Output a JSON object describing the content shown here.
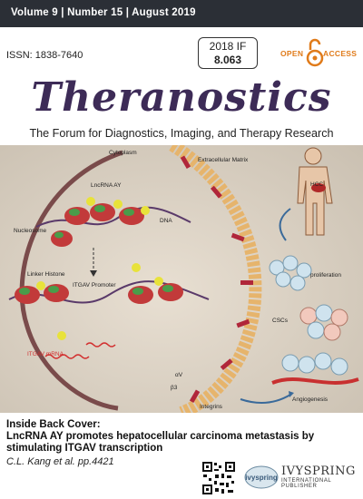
{
  "header": {
    "issue": "Volume 9 | Number 15 | August 2019"
  },
  "issn": "ISSN: 1838-7640",
  "impact": {
    "line1": "2018 IF",
    "line2": "8.063"
  },
  "open_access": {
    "open": "OPEN",
    "access": "ACCESS"
  },
  "journal": {
    "title": "Theranostics",
    "subtitle": "The Forum for Diagnostics, Imaging, and Therapy Research"
  },
  "figure": {
    "labels": {
      "cytoplasm": "Cytoplasm",
      "extracellular": "Extracellular Matrix",
      "lncrna": "LncRNA AY",
      "dna": "DNA",
      "nucleosome": "Nucleosome",
      "linker": "Linker Histone",
      "promoter": "ITGAV Promoter",
      "mrna": "ITGAV mRNA",
      "alphav": "αV",
      "beta3": "β3",
      "integrins": "Integrins",
      "hcc": "HCC",
      "proliferation": "proliferation",
      "cscs": "CSCs",
      "angiogenesis": "Angiogenesis"
    }
  },
  "caption": {
    "heading": "Inside Back Cover:",
    "title": "LncRNA AY promotes hepatocellular carcinoma metastasis by stimulating ITGAV transcription",
    "authors": "C.L. Kang et al. pp.4421"
  },
  "publisher": {
    "name": "IVYSPRING",
    "subtitle": "INTERNATIONAL PUBLISHER",
    "logo_text": "ivyspring"
  },
  "colors": {
    "title": "#3d2b57",
    "topbar": "#2b2f36",
    "oa": "#e07b1a",
    "mrna": "#d23030"
  }
}
